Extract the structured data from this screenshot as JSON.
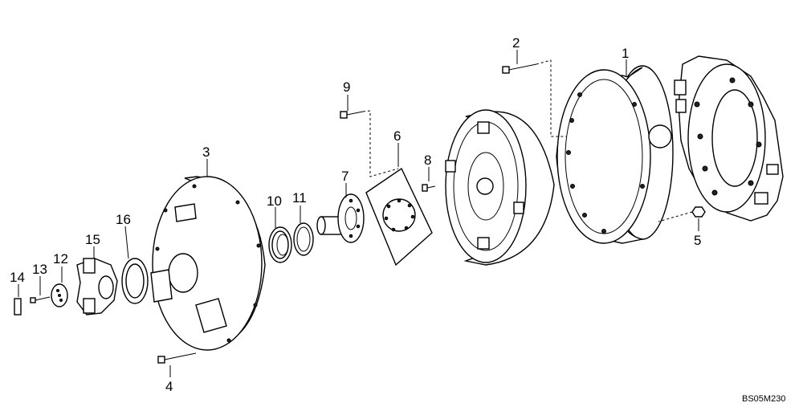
{
  "diagram": {
    "drawing_code": "BS05M230",
    "callouts": {
      "c1": "1",
      "c2": "2",
      "c3": "3",
      "c4": "4",
      "c5": "5",
      "c6": "6",
      "c7": "7",
      "c8": "8",
      "c9": "9",
      "c10": "10",
      "c11": "11",
      "c12": "12",
      "c13": "13",
      "c14": "14",
      "c15": "15",
      "c16": "16"
    }
  }
}
